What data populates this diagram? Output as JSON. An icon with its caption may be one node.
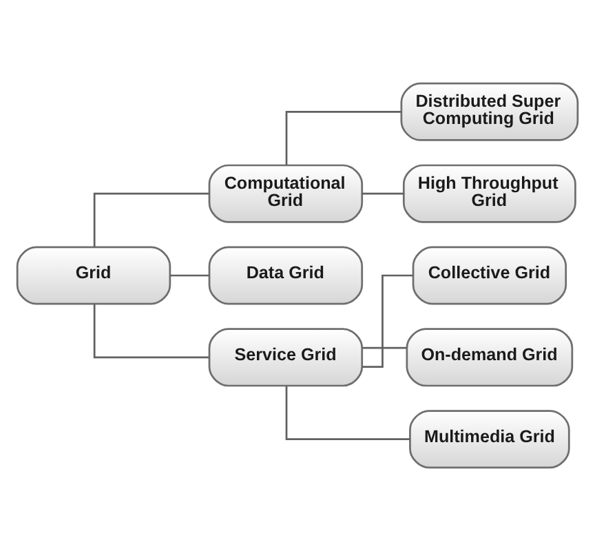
{
  "diagram": {
    "nodes": [
      {
        "text": [
          "Grid"
        ]
      },
      {
        "text": [
          "Computational Grid"
        ]
      },
      {
        "text": [
          "Distributed Super Computing Grid"
        ]
      },
      {
        "text": [
          "High Throughput Grid"
        ]
      },
      {
        "text": [
          "Data Grid"
        ]
      },
      {
        "text": [
          "Service Grid"
        ]
      },
      {
        "text": [
          "Collective Grid"
        ]
      },
      {
        "text": [
          "On-demand Grid"
        ]
      },
      {
        "text": [
          "Multimedia Grid"
        ]
      }
    ],
    "edges": [
      {
        "from": 0,
        "to": 1,
        "arrow": "none"
      },
      {
        "from": 0,
        "to": 4,
        "arrow": "none"
      },
      {
        "from": 0,
        "to": 5,
        "arrow": "none"
      },
      {
        "from": 1,
        "to": 2,
        "arrow": "none"
      },
      {
        "from": 1,
        "to": 3,
        "arrow": "none"
      },
      {
        "from": 5,
        "to": 6,
        "arrow": "none"
      },
      {
        "from": 5,
        "to": 7,
        "arrow": "none"
      },
      {
        "from": 5,
        "to": 8,
        "arrow": "none"
      }
    ]
  }
}
